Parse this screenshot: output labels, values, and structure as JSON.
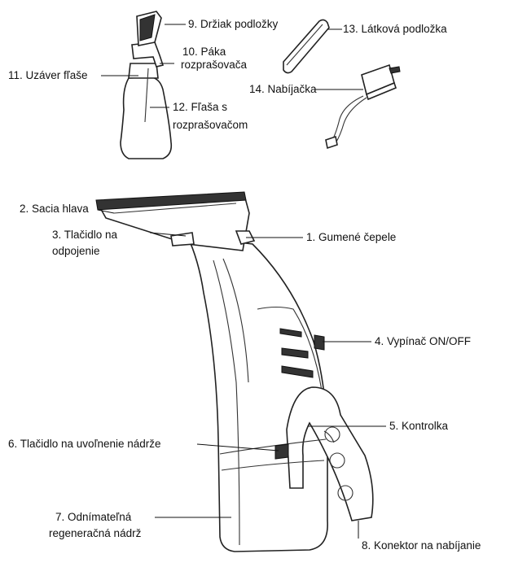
{
  "labels": {
    "l9": "9. Držiak podložky",
    "l13": "13. Látková podložka",
    "l10a": "10. Páka",
    "l10b": "rozprašovača",
    "l11": "11. Uzáver fľaše",
    "l14": "14. Nabíjačka",
    "l12a": "12. Fľaša s",
    "l12b": "rozprašovačom",
    "l2": "2. Sacia hlava",
    "l3a": "3. Tlačidlo na",
    "l3b": "odpojenie",
    "l1": "1. Gumené čepele",
    "l4": "4. Vypínač ON/OFF",
    "l5": "5. Kontrolka",
    "l6": "6. Tlačidlo na uvoľnenie nádrže",
    "l7a": "7. Odnímateľná",
    "l7b": "regeneračná nádrž",
    "l8": "8. Konektor na nabíjanie"
  }
}
